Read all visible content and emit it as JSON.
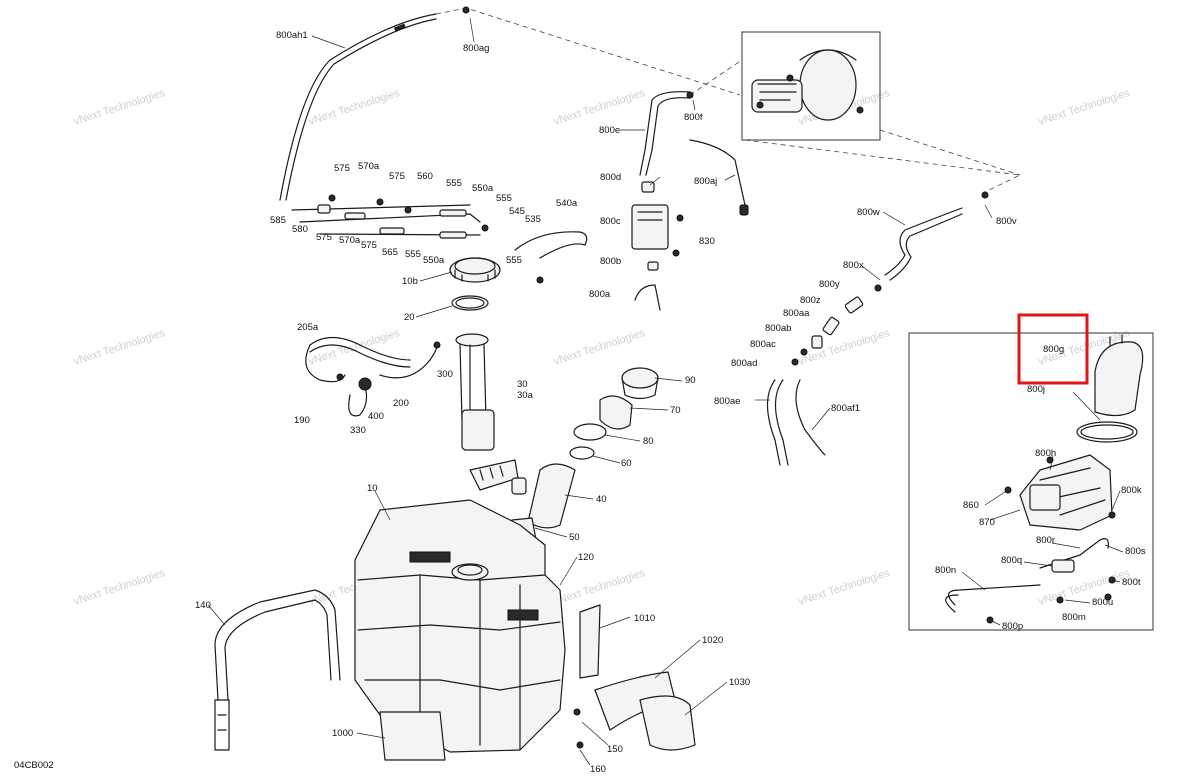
{
  "diagram_code": "04CB002",
  "watermark": "vNext Technologies",
  "highlight_color": "#e0161b",
  "callouts": [
    "800ah1",
    "800ag",
    "575",
    "570a",
    "575",
    "560",
    "555",
    "550a",
    "555",
    "545",
    "535",
    "540a",
    "585",
    "580",
    "575",
    "570a",
    "575",
    "565",
    "555",
    "550a",
    "555",
    "10b",
    "20",
    "205a",
    "190",
    "330",
    "400",
    "200",
    "300",
    "30",
    "30a",
    "10",
    "800e",
    "800f",
    "800d",
    "800aj",
    "800c",
    "830",
    "800b",
    "800a",
    "800w",
    "800v",
    "800x",
    "800y",
    "800z",
    "800aa",
    "800ab",
    "800ac",
    "800ad",
    "800ae",
    "800af1",
    "90",
    "70",
    "80",
    "60",
    "40",
    "50",
    "120",
    "140",
    "1000",
    "1010",
    "1020",
    "1030",
    "150",
    "160",
    "800g",
    "800j",
    "800h",
    "860",
    "870",
    "800k",
    "800r",
    "800s",
    "800q",
    "800t",
    "800n",
    "800u",
    "800p",
    "800m"
  ]
}
